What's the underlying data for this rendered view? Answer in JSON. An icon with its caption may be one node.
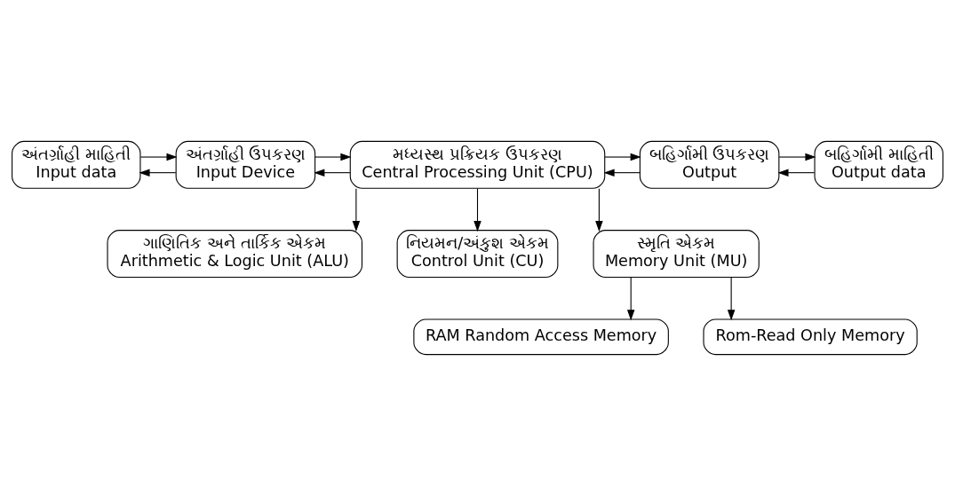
{
  "diagram": {
    "nodes": [
      {
        "text": [
          "અંતર્ગ્રાહી માહિતી",
          "Input data"
        ]
      },
      {
        "text": [
          "અંતર્ગ્રાહી ઉપકરણ",
          "Input Device"
        ]
      },
      {
        "text": [
          "મધ્યસ્થ પ્રક્રિયક ઉપકરણ",
          "Central Processing Unit (CPU)"
        ]
      },
      {
        "text": [
          "બહિર્ગામી ઉપકરણ",
          "Output"
        ]
      },
      {
        "text": [
          "બહિર્ગામી માહિતી",
          "Output data"
        ]
      },
      {
        "text": [
          "ગાણિતિક અને તાર્કિક એકમ",
          "Arithmetic & Logic Unit (ALU)"
        ]
      },
      {
        "text": [
          "નિયમન/અંકુશ એકમ",
          "Control Unit (CU)"
        ]
      },
      {
        "text": [
          "સ્મૃતિ એકમ",
          "Memory Unit (MU)"
        ]
      },
      {
        "text": [
          "RAM Random Access Memory"
        ]
      },
      {
        "text": [
          "Rom-Read Only Memory"
        ]
      }
    ],
    "edges": [
      {
        "from": 0,
        "to": 1,
        "arrow": "to"
      },
      {
        "from": 1,
        "to": 0,
        "arrow": "to"
      },
      {
        "from": 1,
        "to": 2,
        "arrow": "to"
      },
      {
        "from": 2,
        "to": 1,
        "arrow": "to"
      },
      {
        "from": 2,
        "to": 3,
        "arrow": "to"
      },
      {
        "from": 3,
        "to": 2,
        "arrow": "to"
      },
      {
        "from": 4,
        "to": 3,
        "arrow": "to"
      },
      {
        "from": 3,
        "to": 4,
        "arrow": "to"
      },
      {
        "from": 2,
        "to": 5,
        "arrow": "to"
      },
      {
        "from": 2,
        "to": 6,
        "arrow": "to"
      },
      {
        "from": 2,
        "to": 7,
        "arrow": "to"
      },
      {
        "from": 7,
        "to": 8,
        "arrow": "to"
      },
      {
        "from": 7,
        "to": 9,
        "arrow": "to"
      }
    ]
  }
}
